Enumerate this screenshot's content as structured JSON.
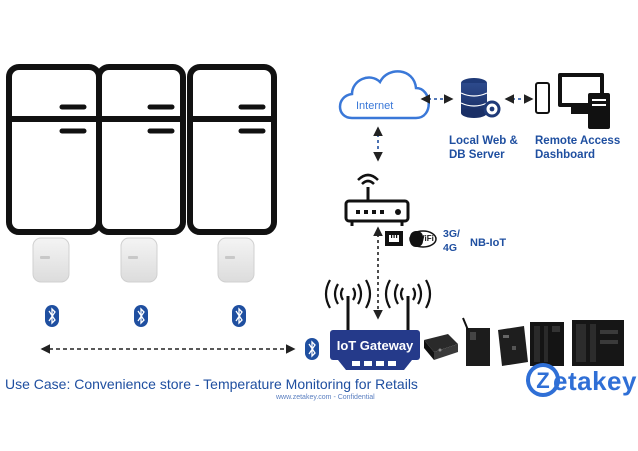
{
  "nodes": {
    "internet": "Internet",
    "local_server": [
      "Local Web &",
      "DB Server"
    ],
    "remote_dashboard": [
      "Remote Access",
      "Dashboard"
    ],
    "cellular": [
      "3G/",
      "4G"
    ],
    "nbiot": "NB-IoT",
    "gateway": "IoT Gateway",
    "wifi_badge": "WiFi"
  },
  "footer": {
    "title": "Use Case: Convenience store - Temperature Monitoring for Retails",
    "confidential": "www.zetakey.com - Confidential"
  },
  "brand": {
    "logo_text": "etakey",
    "logo_initial": "Z"
  },
  "colors": {
    "primary": "#1f4fa0",
    "gateway_blue": "#253a8a",
    "logo_blue": "#2f6fd6",
    "dark": "#222222"
  },
  "icons": [
    "refrigerator-icon",
    "sensor-icon",
    "bluetooth-icon",
    "cloud-icon",
    "database-server-icon",
    "computer-icon",
    "router-icon",
    "ethernet-icon",
    "wifi-icon",
    "antenna-icon",
    "gateway-device-icon"
  ]
}
